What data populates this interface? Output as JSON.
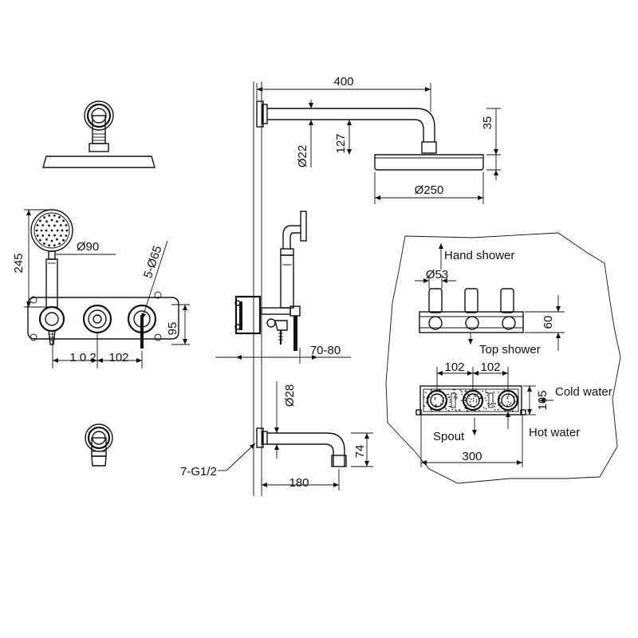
{
  "colors": {
    "line": "#111111",
    "background": "#ffffff"
  },
  "dimensions": {
    "arm_length": "400",
    "ceiling_drop": "35",
    "arm_diameter": "Ø22",
    "arm_rise": "127",
    "head_diameter": "Ø250",
    "hand_shower_length": "245",
    "hand_shower_diameter": "Ø90",
    "cover_plate_holes": "5-Ø65",
    "plate_height": "95",
    "handle_spacing_left": "1 0 2",
    "handle_spacing_right": "102",
    "wall_projection": "70-80",
    "spout_pipe_diameter": "Ø28",
    "spout_length": "180",
    "spout_height": "74",
    "thread": "7-G1/2"
  },
  "valve_body": {
    "hand_shower_label": "Hand shower",
    "outlet_diameter": "Ø53",
    "depth": "60",
    "top_shower_label": "Top shower",
    "spacing_left": "102",
    "spacing_right": "102",
    "height": "105",
    "cold_water_label": "Cold water",
    "hot_water_label": "Hot water",
    "spout_label": "Spout",
    "width": "300"
  },
  "icons": [
    "shower-head-icon",
    "hand-shower-icon",
    "mixer-valve-icon",
    "spout-icon"
  ]
}
